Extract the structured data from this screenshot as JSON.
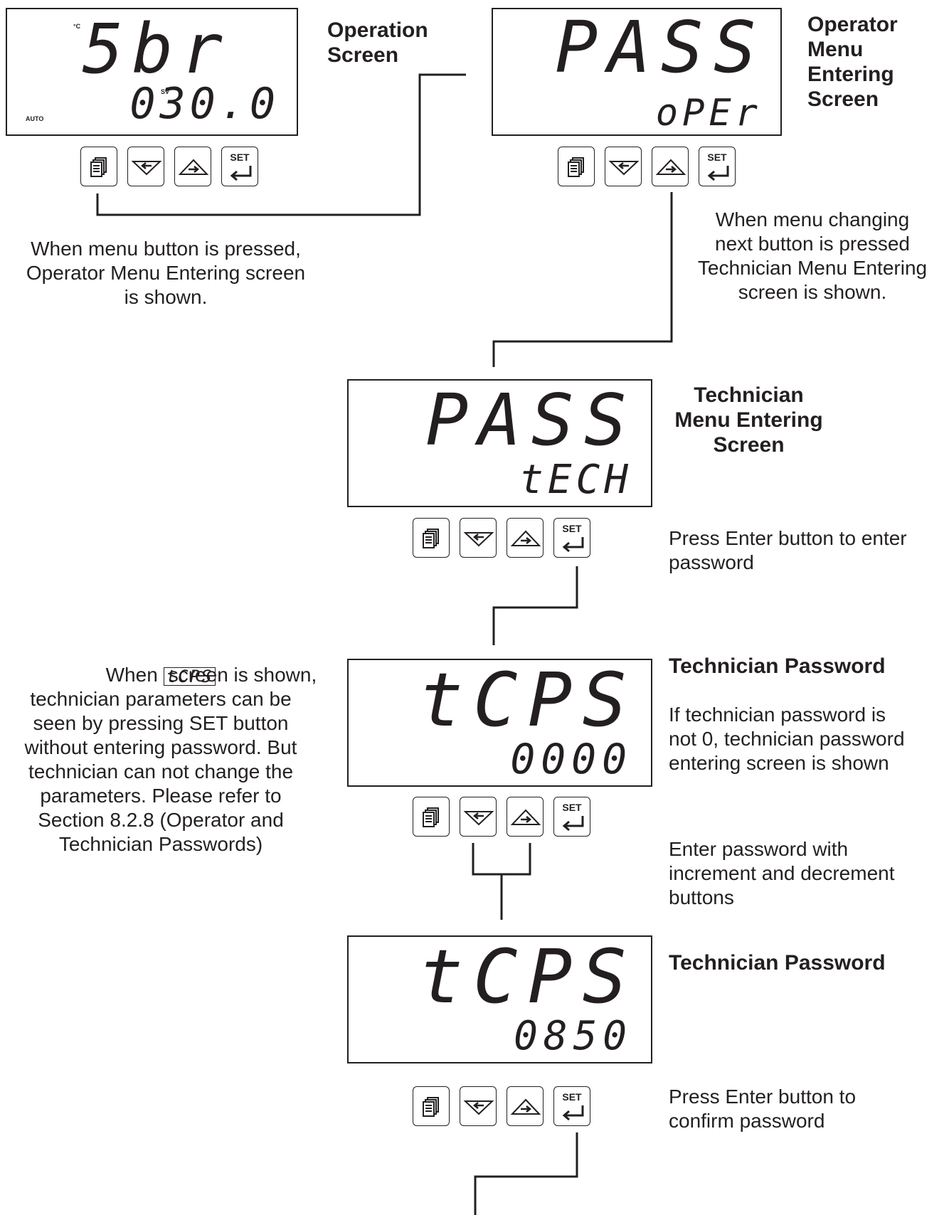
{
  "screens": {
    "operation": {
      "unit": "°C",
      "mode": "AUTO",
      "sv_label": "SV",
      "top": "5br",
      "bottom": "030.0",
      "label": "Operation\nScreen"
    },
    "operator_entry": {
      "top": "PASS",
      "bottom": "oPEr",
      "label": "Operator\nMenu\nEntering\nScreen"
    },
    "technician_entry": {
      "top": "PASS",
      "bottom": "tECH",
      "label": "Technician\nMenu Entering\nScreen"
    },
    "technician_password": {
      "top": "tCPS",
      "bottom": "0000",
      "label": "Technician Password"
    },
    "technician_password_entered": {
      "top": "tCPS",
      "bottom": "0850",
      "label": "Technician Password"
    }
  },
  "buttons": {
    "menu": "menu-icon",
    "decrement": "decrement-icon",
    "increment": "increment-icon",
    "set_label": "SET",
    "enter": "enter-icon"
  },
  "texts": {
    "menu_pressed": "When menu button is pressed,\nOperator Menu Entering screen\nis shown.",
    "next_pressed": "When menu changing\nnext button is pressed\nTechnician Menu Entering\nscreen is shown.",
    "press_enter_to_enter": "Press Enter button to enter\npassword",
    "tcps_note_before": "When",
    "tcps_note_inline": "tCPS",
    "tcps_note_after": "screen is shown,\ntechnician parameters can be\nseen by pressing SET button\nwithout entering password. But\ntechnician can not change the\nparameters. Please refer to\nSection 8.2.8 (Operator and\nTechnician Passwords)",
    "password_not_zero": "If technician password is\nnot 0, technician password\nentering screen is shown",
    "enter_with_incdec": "Enter password with\nincrement and decrement\nbuttons",
    "press_enter_confirm": "Press Enter button to\nconfirm password"
  }
}
